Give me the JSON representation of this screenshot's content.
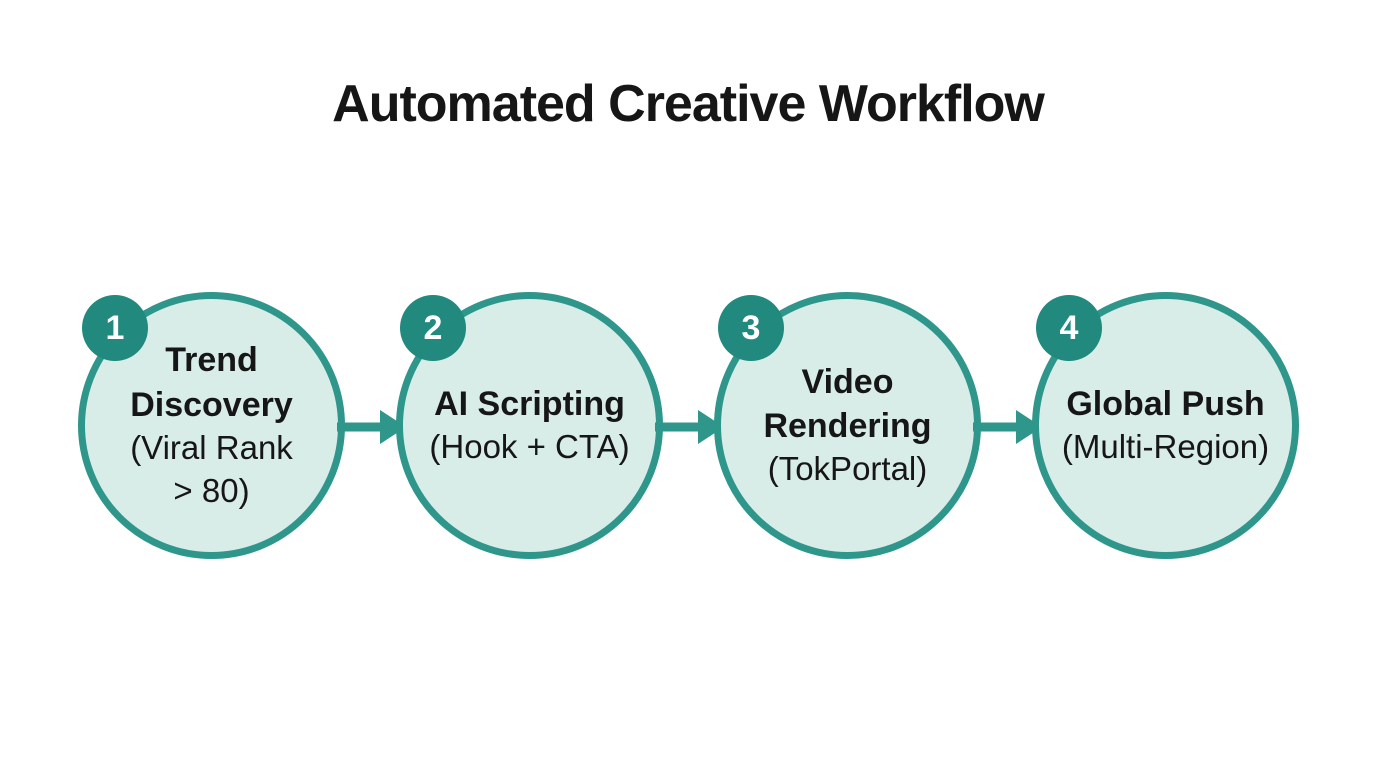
{
  "title": "Automated Creative Workflow",
  "colors": {
    "background": "#ffffff",
    "title_text": "#161616",
    "node_fill": "#d8ece8",
    "node_border": "#2f968b",
    "node_text": "#161616",
    "badge_fill": "#21897e",
    "badge_text": "#ffffff",
    "arrow": "#2f968b"
  },
  "steps": [
    {
      "number": "1",
      "bold_lines": [
        "Trend",
        "Discovery"
      ],
      "sub_lines": [
        "(Viral Rank",
        "> 80)"
      ]
    },
    {
      "number": "2",
      "bold_lines": [
        "AI Scripting"
      ],
      "sub_lines": [
        "(Hook + CTA)"
      ]
    },
    {
      "number": "3",
      "bold_lines": [
        "Video",
        "Rendering"
      ],
      "sub_lines": [
        "(TokPortal)"
      ]
    },
    {
      "number": "4",
      "bold_lines": [
        "Global Push"
      ],
      "sub_lines": [
        "(Multi-Region)"
      ]
    }
  ]
}
